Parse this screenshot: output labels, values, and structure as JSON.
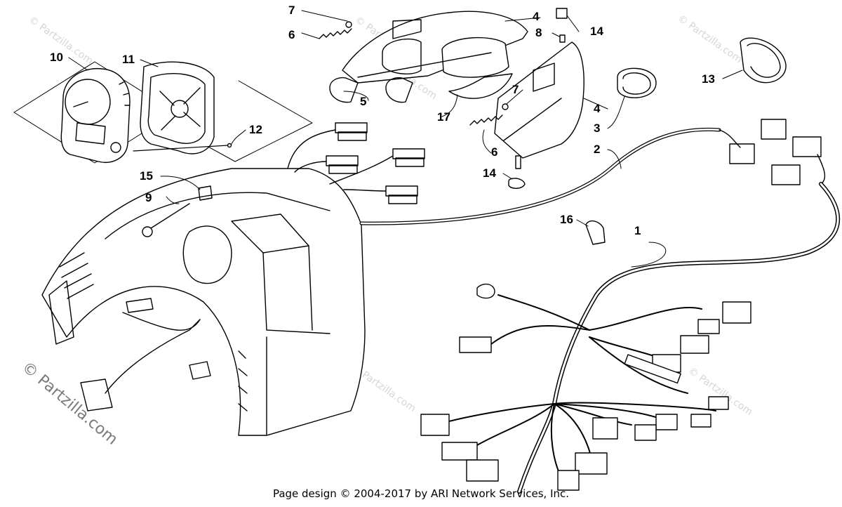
{
  "callouts": [
    "1",
    "2",
    "3",
    "4",
    "4",
    "5",
    "6",
    "6",
    "7",
    "7",
    "8",
    "9",
    "10",
    "11",
    "12",
    "13",
    "14",
    "14",
    "15",
    "16",
    "17"
  ],
  "watermark": "© Partzilla.com",
  "footer": "Page design © 2004-2017 by ARI Network Services, Inc.",
  "colors": {
    "line": "#000000",
    "fill": "#ffffff",
    "watermark": "#d6d6d6"
  }
}
